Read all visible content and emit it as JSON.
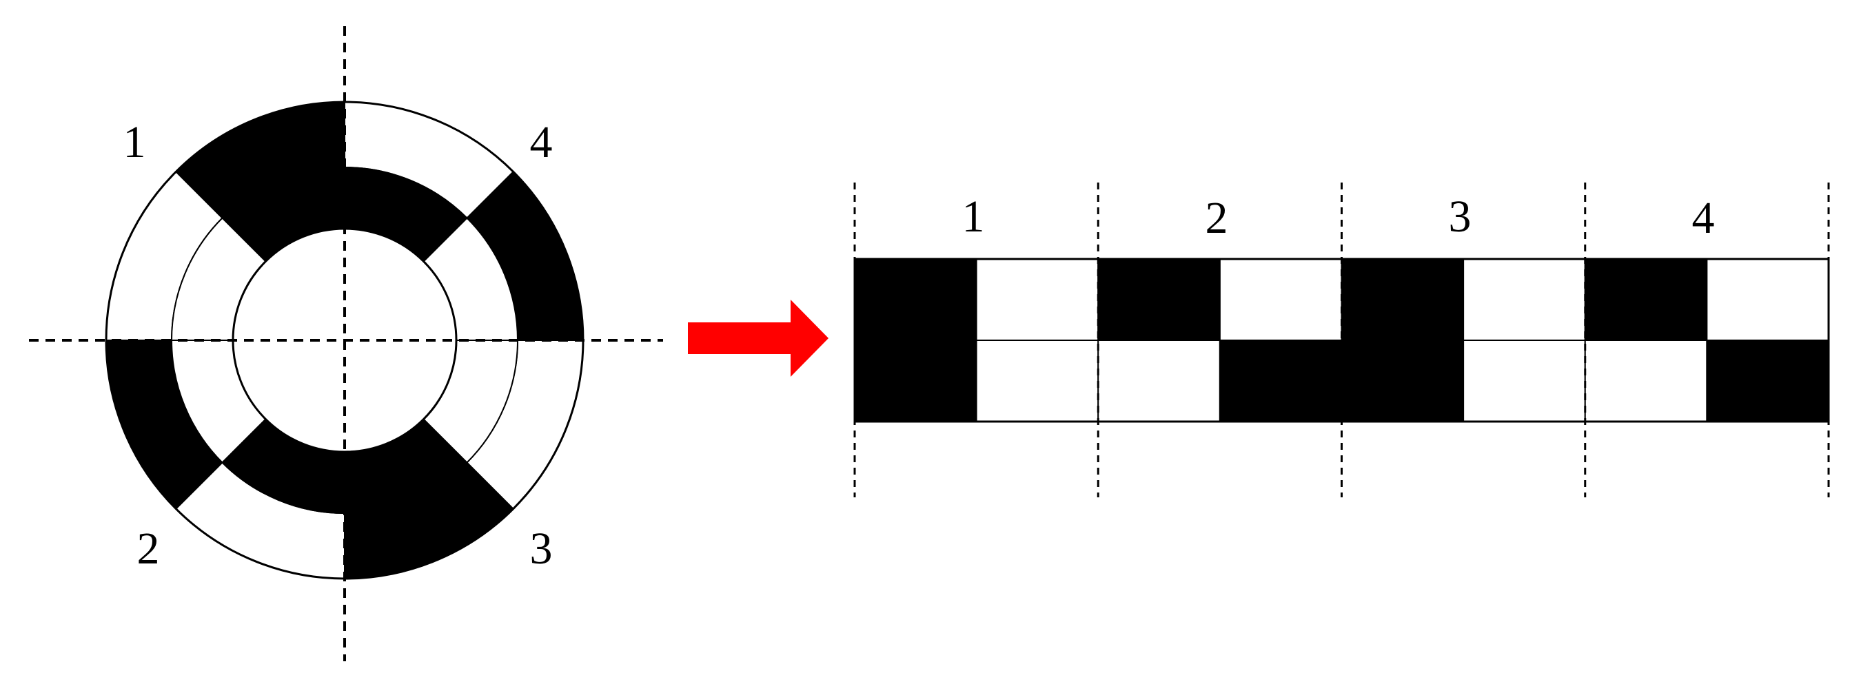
{
  "colors": {
    "filled": "#000000",
    "empty": "#ffffff",
    "arrow": "#ff0000",
    "stroke": "#000000"
  },
  "ring_diagram": {
    "quadrant_labels": [
      "1",
      "4",
      "2",
      "3"
    ],
    "outer_ring": [
      {
        "quadrant": "1",
        "filled": true
      },
      {
        "quadrant": "1",
        "filled": false
      },
      {
        "quadrant": "2",
        "filled": true
      },
      {
        "quadrant": "2",
        "filled": false
      },
      {
        "quadrant": "3",
        "filled": true
      },
      {
        "quadrant": "3",
        "filled": false
      },
      {
        "quadrant": "4",
        "filled": true
      },
      {
        "quadrant": "4",
        "filled": false
      }
    ],
    "inner_ring": [
      {
        "quadrant": "1",
        "filled": true
      },
      {
        "quadrant": "1",
        "filled": false
      },
      {
        "quadrant": "2",
        "filled": false
      },
      {
        "quadrant": "2",
        "filled": true
      },
      {
        "quadrant": "3",
        "filled": true
      },
      {
        "quadrant": "3",
        "filled": false
      },
      {
        "quadrant": "4",
        "filled": false
      },
      {
        "quadrant": "4",
        "filled": true
      }
    ]
  },
  "arrow": {
    "icon": "right-arrow-icon",
    "color": "#ff0000"
  },
  "grid_diagram": {
    "column_labels": [
      "1",
      "2",
      "3",
      "4"
    ],
    "rows": [
      [
        true,
        false,
        true,
        false,
        true,
        false,
        true,
        false
      ],
      [
        true,
        false,
        false,
        true,
        true,
        false,
        false,
        true
      ]
    ]
  }
}
